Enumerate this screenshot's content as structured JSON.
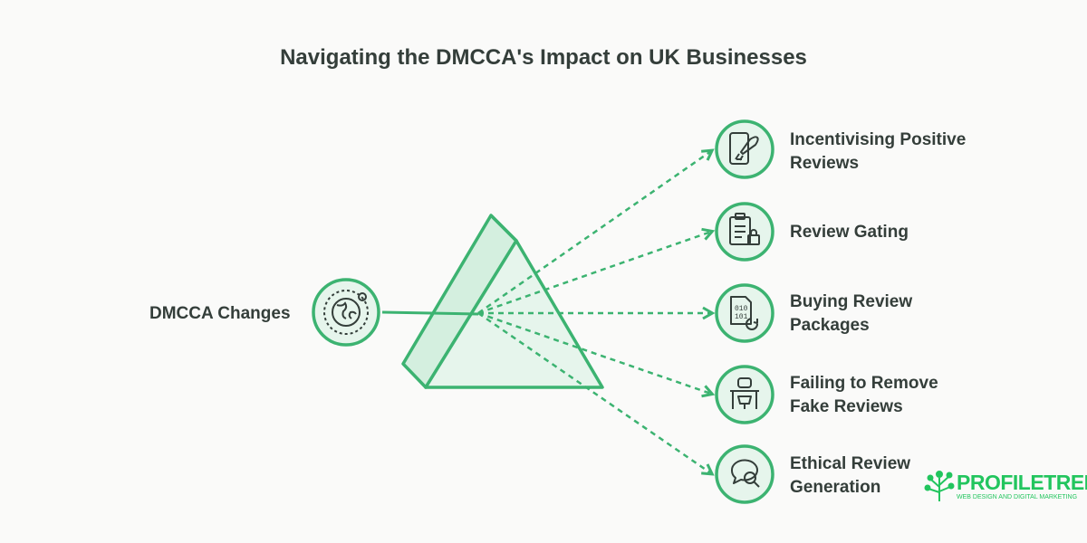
{
  "title": "Navigating the DMCCA's Impact on UK Businesses",
  "source": {
    "label": "DMCCA Changes",
    "icon": "globe-icon"
  },
  "outcomes": [
    {
      "label_line1": "Incentivising Positive",
      "label_line2": "Reviews",
      "icon": "phone-rocket-icon"
    },
    {
      "label_line1": "Review Gating",
      "label_line2": "",
      "icon": "clipboard-lock-icon"
    },
    {
      "label_line1": "Buying Review",
      "label_line2": "Packages",
      "icon": "binary-file-refresh-icon"
    },
    {
      "label_line1": "Failing to Remove",
      "label_line2": "Fake Reviews",
      "icon": "desk-chair-icon"
    },
    {
      "label_line1": "Ethical Review",
      "label_line2": "Generation",
      "icon": "chat-search-icon"
    }
  ],
  "logo": {
    "name": "PROFILETREE",
    "tagline": "WEB DESIGN AND DIGITAL MARKETING"
  },
  "colors": {
    "accent": "#3cb371",
    "fill": "#e6f5ec",
    "text": "#343e3a",
    "brand": "#22c55e"
  }
}
